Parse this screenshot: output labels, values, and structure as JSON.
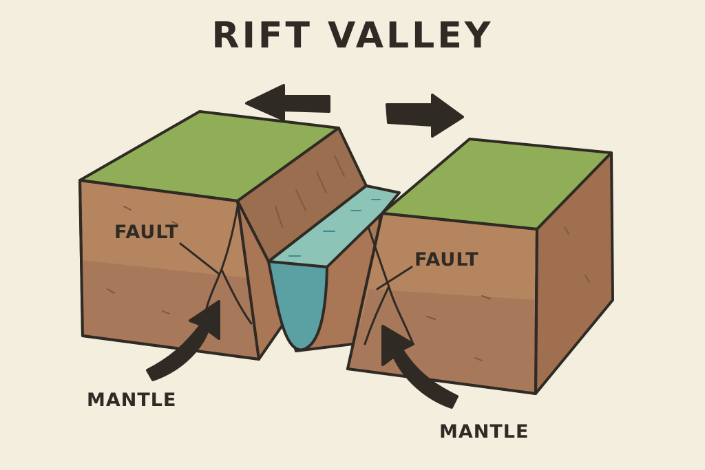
{
  "title": "RIFT VALLEY",
  "labels": {
    "fault_left": "FAULT",
    "fault_right": "FAULT",
    "mantle_left": "MANTLE",
    "mantle_right": "MANTLE"
  },
  "colors": {
    "background": "#f4eedf",
    "grass": "#8fae57",
    "soil_front": "#b58560",
    "soil_side": "#a97656",
    "water": "#6fb0ae",
    "outline": "#2f2a24"
  }
}
